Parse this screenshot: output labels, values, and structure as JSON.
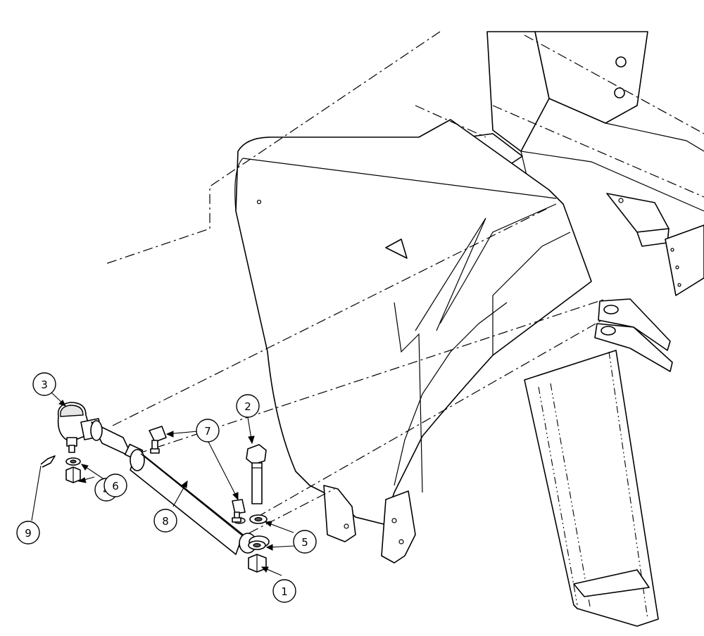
{
  "balloons": [
    {
      "id": "b1",
      "label": "1"
    },
    {
      "id": "b2",
      "label": "2"
    },
    {
      "id": "b3",
      "label": "3"
    },
    {
      "id": "b4",
      "label": "4"
    },
    {
      "id": "b5",
      "label": "5"
    },
    {
      "id": "b6",
      "label": "6"
    },
    {
      "id": "b7",
      "label": "7"
    },
    {
      "id": "b8",
      "label": "8"
    },
    {
      "id": "b9",
      "label": "9"
    }
  ]
}
